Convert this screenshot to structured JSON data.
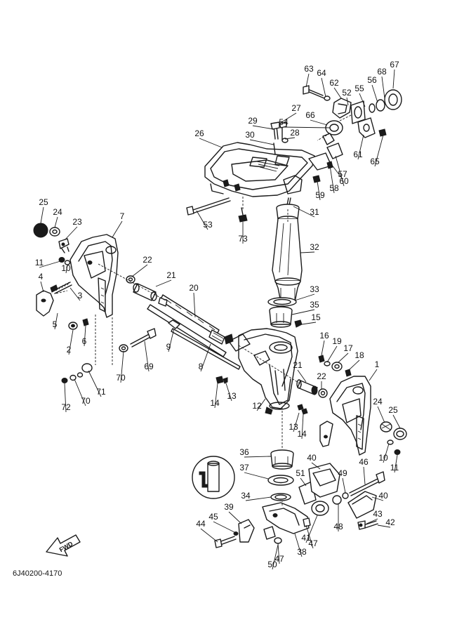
{
  "diagram_code": "6J40200-4170",
  "fwd_label": "FWD",
  "callouts": [
    {
      "id": "c1",
      "label": "1"
    },
    {
      "id": "c2",
      "label": "2"
    },
    {
      "id": "c3",
      "label": "3"
    },
    {
      "id": "c4",
      "label": "4"
    },
    {
      "id": "c5",
      "label": "5"
    },
    {
      "id": "c6",
      "label": "6"
    },
    {
      "id": "c7",
      "label": "7"
    },
    {
      "id": "c8",
      "label": "8"
    },
    {
      "id": "c9",
      "label": "9"
    },
    {
      "id": "c10a",
      "label": "10"
    },
    {
      "id": "c10b",
      "label": "10"
    },
    {
      "id": "c11a",
      "label": "11"
    },
    {
      "id": "c11b",
      "label": "11"
    },
    {
      "id": "c12",
      "label": "12"
    },
    {
      "id": "c13a",
      "label": "13"
    },
    {
      "id": "c13b",
      "label": "13"
    },
    {
      "id": "c14a",
      "label": "14"
    },
    {
      "id": "c14b",
      "label": "14"
    },
    {
      "id": "c15",
      "label": "15"
    },
    {
      "id": "c16",
      "label": "16"
    },
    {
      "id": "c17",
      "label": "17"
    },
    {
      "id": "c18",
      "label": "18"
    },
    {
      "id": "c19",
      "label": "19"
    },
    {
      "id": "c20",
      "label": "20"
    },
    {
      "id": "c21a",
      "label": "21"
    },
    {
      "id": "c21b",
      "label": "21"
    },
    {
      "id": "c22a",
      "label": "22"
    },
    {
      "id": "c22b",
      "label": "22"
    },
    {
      "id": "c23",
      "label": "23"
    },
    {
      "id": "c24a",
      "label": "24"
    },
    {
      "id": "c24b",
      "label": "24"
    },
    {
      "id": "c25a",
      "label": "25"
    },
    {
      "id": "c25b",
      "label": "25"
    },
    {
      "id": "c26",
      "label": "26"
    },
    {
      "id": "c27",
      "label": "27"
    },
    {
      "id": "c28",
      "label": "28"
    },
    {
      "id": "c29",
      "label": "29"
    },
    {
      "id": "c30",
      "label": "30"
    },
    {
      "id": "c31",
      "label": "31"
    },
    {
      "id": "c32",
      "label": "32"
    },
    {
      "id": "c33",
      "label": "33"
    },
    {
      "id": "c34",
      "label": "34"
    },
    {
      "id": "c35",
      "label": "35"
    },
    {
      "id": "c36",
      "label": "36"
    },
    {
      "id": "c37",
      "label": "37"
    },
    {
      "id": "c38",
      "label": "38"
    },
    {
      "id": "c39",
      "label": "39"
    },
    {
      "id": "c40a",
      "label": "40"
    },
    {
      "id": "c40b",
      "label": "40"
    },
    {
      "id": "c41",
      "label": "41"
    },
    {
      "id": "c42",
      "label": "42"
    },
    {
      "id": "c43",
      "label": "43"
    },
    {
      "id": "c44",
      "label": "44"
    },
    {
      "id": "c45",
      "label": "45"
    },
    {
      "id": "c46",
      "label": "46"
    },
    {
      "id": "c47a",
      "label": "47"
    },
    {
      "id": "c47b",
      "label": "47"
    },
    {
      "id": "c48",
      "label": "48"
    },
    {
      "id": "c49",
      "label": "49"
    },
    {
      "id": "c50",
      "label": "50"
    },
    {
      "id": "c51",
      "label": "51"
    },
    {
      "id": "c52",
      "label": "52"
    },
    {
      "id": "c53",
      "label": "53"
    },
    {
      "id": "c54",
      "label": "54"
    },
    {
      "id": "c55",
      "label": "55"
    },
    {
      "id": "c56",
      "label": "56"
    },
    {
      "id": "c57",
      "label": "57"
    },
    {
      "id": "c58",
      "label": "58"
    },
    {
      "id": "c59",
      "label": "59"
    },
    {
      "id": "c60",
      "label": "60"
    },
    {
      "id": "c61",
      "label": "61"
    },
    {
      "id": "c62",
      "label": "62"
    },
    {
      "id": "c63",
      "label": "63"
    },
    {
      "id": "c64",
      "label": "64"
    },
    {
      "id": "c65",
      "label": "65"
    },
    {
      "id": "c66",
      "label": "66"
    },
    {
      "id": "c67",
      "label": "67"
    },
    {
      "id": "c68",
      "label": "68"
    },
    {
      "id": "c69",
      "label": "69"
    },
    {
      "id": "c70a",
      "label": "70"
    },
    {
      "id": "c70b",
      "label": "70"
    },
    {
      "id": "c71",
      "label": "71"
    },
    {
      "id": "c72",
      "label": "72"
    },
    {
      "id": "c73",
      "label": "73"
    }
  ]
}
